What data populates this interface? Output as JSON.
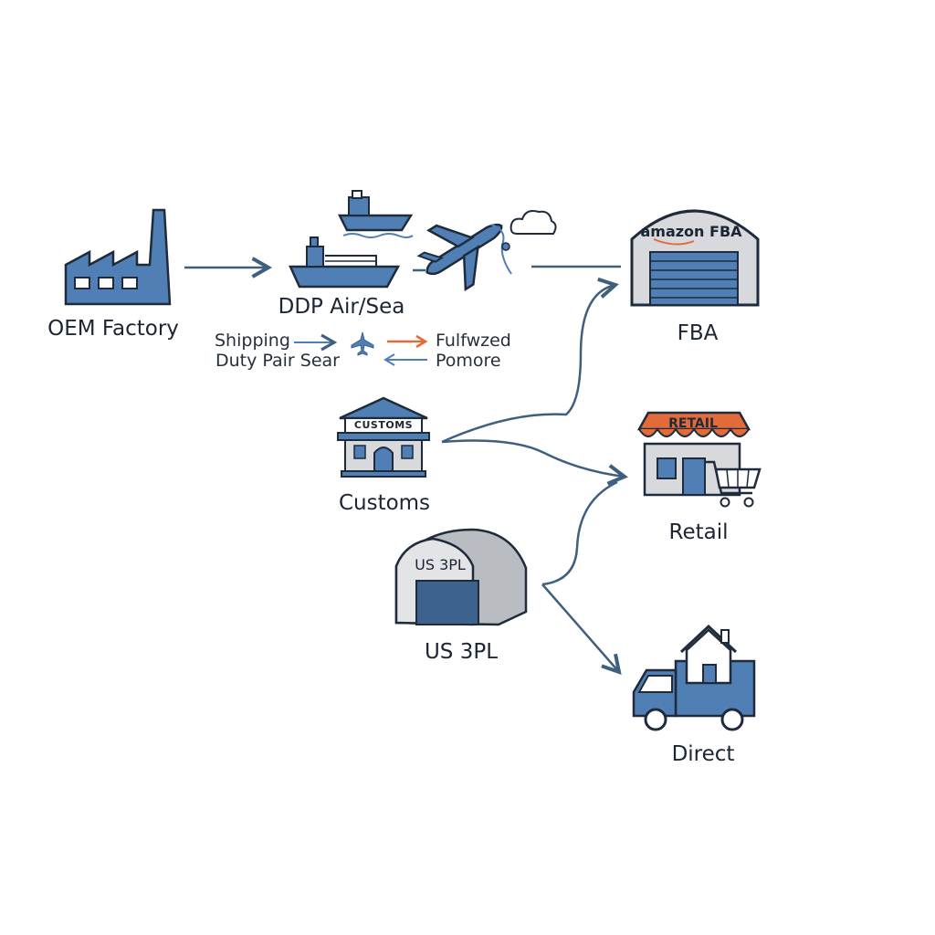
{
  "colors": {
    "primary_blue": "#4f7fb5",
    "dark_blue": "#3d628d",
    "outline": "#1f2b3a",
    "arrow": "#3f5f7f",
    "orange": "#e36b3a",
    "gray": "#d7d9dc"
  },
  "nodes": {
    "oem_factory": {
      "label": "OEM Factory",
      "icon": "factory-icon"
    },
    "ddp": {
      "label": "DDP Air/Sea",
      "icon": "ship-plane-icon"
    },
    "customs": {
      "label": "Customs",
      "icon": "customs-building-icon",
      "sign": "CUSTOMS"
    },
    "fba": {
      "label": "FBA",
      "icon": "warehouse-icon",
      "sign": "amazon FBA"
    },
    "retail": {
      "label": "Retail",
      "icon": "storefront-icon",
      "sign": "RETAIL"
    },
    "us_3pl": {
      "label": "US 3PL",
      "icon": "warehouse-icon",
      "sign": "US 3PL"
    },
    "direct": {
      "label": "Direct",
      "icon": "delivery-truck-icon"
    }
  },
  "legend": {
    "row1_left": "Shipping",
    "row1_right": "Fulfwzed",
    "row2_left": "Duty Pair Sear",
    "row2_right": "Pomore"
  }
}
